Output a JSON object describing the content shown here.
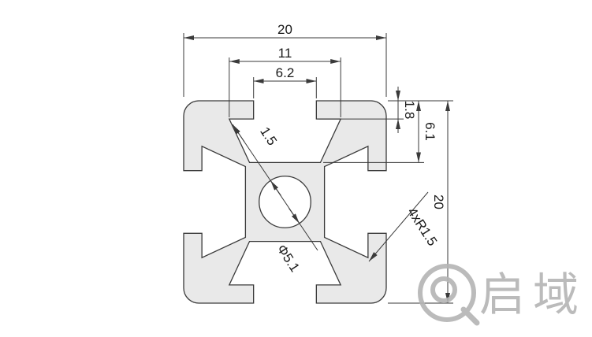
{
  "drawing": {
    "dim_width_top": "20",
    "dim_channel_width": "11",
    "dim_slot_opening": "6.2",
    "dim_lip_thickness": "1.8",
    "dim_slot_depth": "6.1",
    "dim_height_right": "20",
    "dim_wall_thickness": "1.5",
    "dim_center_hole": "Φ5.1",
    "dim_corner_radius": "4xR1.5"
  },
  "watermark": {
    "brand_text": "启域"
  },
  "colors": {
    "profile_fill": "#e9e9e9",
    "line": "#3a3a3a",
    "watermark": "#b4b4b4"
  }
}
